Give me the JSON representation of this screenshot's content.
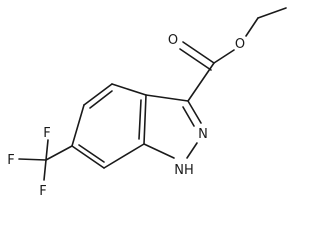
{
  "molecule": {
    "atom_labels": {
      "carbonyl_oxygen": "O",
      "ester_oxygen": "O",
      "ring_nitrogen": "N",
      "ring_nh": "NH",
      "fluorine_top": "F",
      "fluorine_left": "F",
      "fluorine_bottom": "F"
    }
  }
}
